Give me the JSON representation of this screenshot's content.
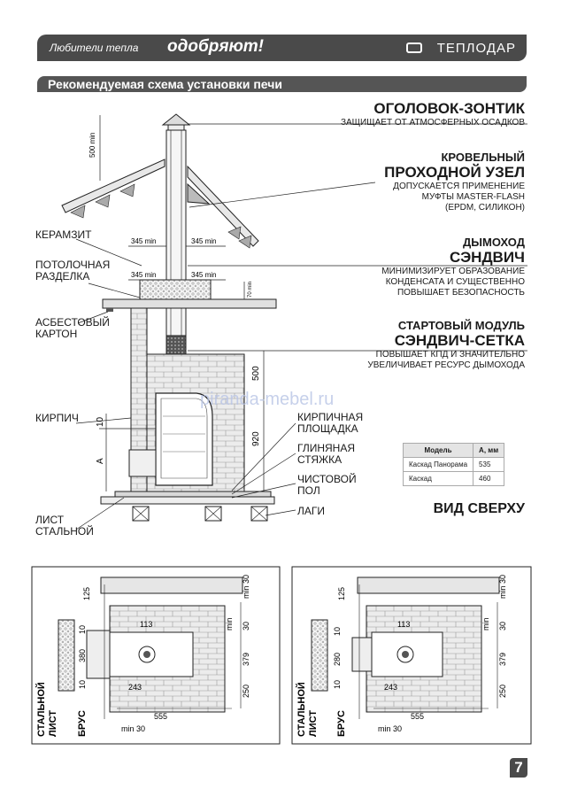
{
  "banner": {
    "slogan_small": "Любители тепла",
    "slogan_big": "одобряют!",
    "brand": "ТЕПЛОДАР"
  },
  "section_title": "Рекомендуемая схема установки печи",
  "callouts": [
    {
      "title": "ОГОЛОВОК-ЗОНТИК",
      "desc": [
        "ЗАЩИЩАЕТ ОТ АТМОСФЕРНЫХ ОСАДКОВ"
      ]
    },
    {
      "subtitle": "КРОВЕЛЬНЫЙ",
      "title": "ПРОХОДНОЙ УЗЕЛ",
      "desc": [
        "ДОПУСКАЕТСЯ ПРИМЕНЕНИЕ",
        "МУФТЫ MASTER-FLASH",
        "(EPDM, СИЛИКОН)"
      ]
    },
    {
      "subtitle": "ДЫМОХОД",
      "title": "СЭНДВИЧ",
      "desc": [
        "МИНИМИЗИРУЕТ ОБРАЗОВАНИЕ",
        "КОНДЕНСАТА И СУЩЕСТВЕННО",
        "ПОВЫШАЕТ БЕЗОПАСНОСТЬ"
      ]
    },
    {
      "subtitle": "СТАРТОВЫЙ МОДУЛЬ",
      "title": "СЭНДВИЧ-СЕТКА",
      "desc": [
        "ПОВЫШАЕТ КПД И ЗНАЧИТЕЛЬНО",
        "УВЕЛИЧИВАЕТ РЕСУРС ДЫМОХОДА"
      ]
    }
  ],
  "left_labels": {
    "keramzit": "КЕРАМЗИТ",
    "razdelka": [
      "ПОТОЛОЧНАЯ",
      "РАЗДЕЛКА"
    ],
    "asbest": [
      "АСБЕСТОВЫЙ",
      "КАРТОН"
    ],
    "kirpich": "КИРПИЧ",
    "list": [
      "ЛИСТ",
      "СТАЛЬНОЙ"
    ]
  },
  "right_labels": {
    "ploshadka": [
      "КИРПИЧНАЯ",
      "ПЛОЩАДКА"
    ],
    "styazhka": [
      "ГЛИНЯНАЯ",
      "СТЯЖКА"
    ],
    "pol": [
      "ЧИСТОВОЙ",
      "ПОЛ"
    ],
    "lagi": "ЛАГИ"
  },
  "dims": {
    "d500min": "500 min",
    "d345a": "345 min",
    "d345b": "345 min",
    "d345c": "345 min",
    "d345d": "345 min",
    "d70": "70 min",
    "d500": "500",
    "d920": "920",
    "d10": "10",
    "dA": "A"
  },
  "models_table": {
    "headers": [
      "Модель",
      "А, мм"
    ],
    "rows": [
      [
        "Каскад Панорама",
        "535"
      ],
      [
        "Каскад",
        "460"
      ]
    ]
  },
  "top_view_title": "ВИД СВЕРХУ",
  "left_plan": {
    "d125": "125",
    "dmin30": "min 30",
    "d380": "380",
    "d113": "113",
    "d243": "243",
    "d379": "379",
    "d250": "250",
    "d555": "555",
    "dmin30b": "min 30",
    "d10a": "10",
    "d10b": "10",
    "d30": "30",
    "dmin": "min",
    "steel": [
      "СТАЛЬНОЙ",
      "ЛИСТ"
    ],
    "beam": "БРУС"
  },
  "right_plan": {
    "d125": "125",
    "dmin30": "min 30",
    "d280": "280",
    "d113": "113",
    "d243": "243",
    "d379": "379",
    "d250": "250",
    "d555": "555",
    "dmin30b": "min 30",
    "d10a": "10",
    "d10b": "10",
    "d30": "30",
    "dmin": "min",
    "steel": [
      "СТАЛЬНОЙ",
      "ЛИСТ"
    ],
    "beam": "БРУС"
  },
  "watermark": "piranda-mebel.ru",
  "page_number": "7",
  "colors": {
    "banner": "#4a4a4a",
    "line": "#1a1a1a",
    "brick": "#e6e6e6"
  }
}
